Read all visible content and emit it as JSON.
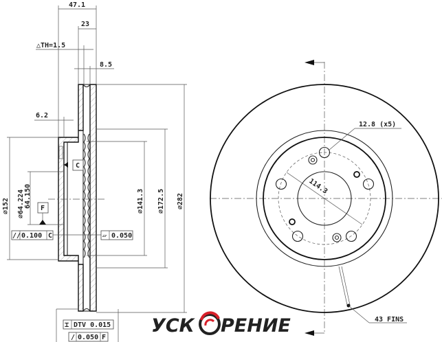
{
  "section_view": {
    "dims": {
      "overall_height": "47.1",
      "disc_thickness": "23",
      "thickness_variation": "△TH=1.5",
      "plate_thickness": "8.5",
      "hat_wall": "6.2",
      "dia_152": "⌀152",
      "dia_bore_max": "⌀64.224",
      "dia_bore_min": "64.150",
      "dia_141": "⌀141.3",
      "dia_172": "⌀172.5",
      "dia_282": "⌀282"
    },
    "datums": {
      "c": "C",
      "f": "F"
    },
    "tolerances": {
      "parallelism": {
        "symbol": "//",
        "value": "0.100",
        "datum": "C"
      },
      "flatness": {
        "symbol": "▱",
        "value": "0.050"
      },
      "dtv": {
        "symbol": "⌶",
        "value": "DTV 0.015"
      },
      "runout": {
        "symbol": "/",
        "value": "0.050",
        "datum": "F"
      }
    }
  },
  "front_view": {
    "bolt_hole_label": "12.8 (x5)",
    "pcd_label": "114.3",
    "fins_label": "43 FINS"
  },
  "logo": {
    "left": "УСК",
    "right": "РЕНИЕ",
    "colors": {
      "accent": "#d8202a",
      "dark": "#222222"
    }
  }
}
